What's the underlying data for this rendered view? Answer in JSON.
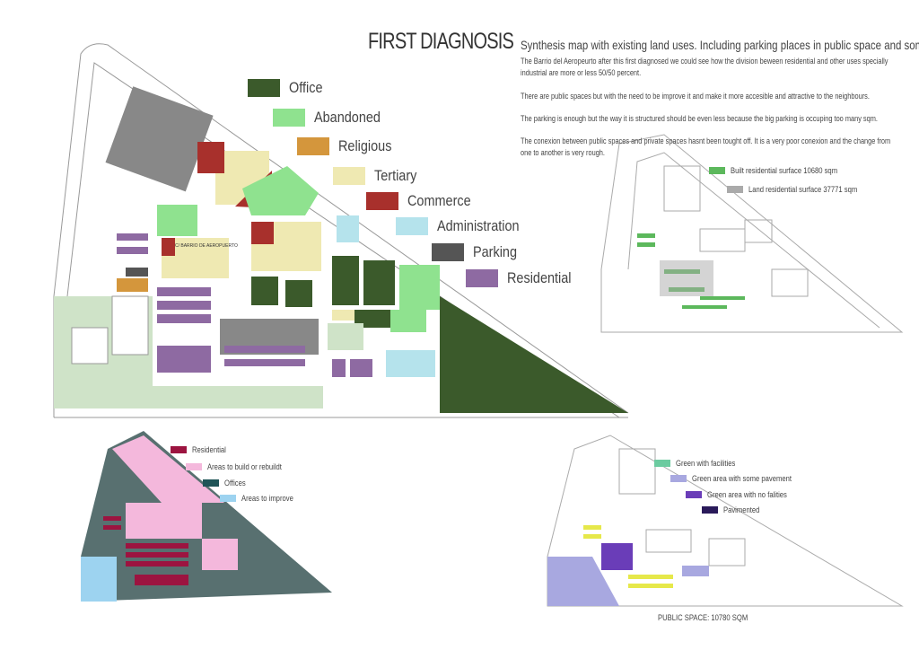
{
  "title": "FIRST DIAGNOSIS",
  "subtitle": "Synthesis map with existing land uses. Including parking places in public space and some data:",
  "paragraphs": [
    "The Barrio del Aeropeurto after this first diagnosed we could see how the division beween residential and other uses specially industrial are more or less 50/50 percent.",
    "There are public spaces but with the need to be improve it and make it more accesible and attractive to the neighbours.",
    "The parking is enough but the way it is structured should be even less because the big parking is occuping too many sqm.",
    "The conexion between public spaces and private spaces hasnt been tought off. It is a very poor conexion and the change from one to another is very rough."
  ],
  "main_legend": [
    {
      "label": "Office",
      "color": "#3b5a2b"
    },
    {
      "label": "Abandoned",
      "color": "#8fe28f"
    },
    {
      "label": "Religious",
      "color": "#d4963c"
    },
    {
      "label": "Tertiary",
      "color": "#efe9b2"
    },
    {
      "label": "Commerce",
      "color": "#a8302c"
    },
    {
      "label": "Administration",
      "color": "#b5e3ec"
    },
    {
      "label": "Parking",
      "color": "#555555"
    },
    {
      "label": "Residential",
      "color": "#8e6aa2"
    }
  ],
  "residential_legend": [
    {
      "label": "Built residential surface 10680 sqm",
      "color": "#5cb85c"
    },
    {
      "label": "Land residential surface 37771 sqm",
      "color": "#aaaaaa"
    }
  ],
  "build_legend": [
    {
      "label": "Residential",
      "color": "#9c1440"
    },
    {
      "label": "Areas to build or rebuildt",
      "color": "#f4b8dc"
    },
    {
      "label": "Offices",
      "color": "#1f5457"
    },
    {
      "label": "Areas to improve",
      "color": "#9dd3f0"
    }
  ],
  "public_legend": [
    {
      "label": "Green with facilities",
      "color": "#6ccba0"
    },
    {
      "label": "Green area with some pavement",
      "color": "#a8a8e0"
    },
    {
      "label": "Green area with no falities",
      "color": "#6a3db8"
    },
    {
      "label": "Pavimented",
      "color": "#2a1a5a"
    }
  ],
  "public_space_caption": "PUBLIC SPACE: 10780 SQM",
  "map_labels": {
    "barrio": "C/ BARRIO DE AEROPUERTO"
  }
}
